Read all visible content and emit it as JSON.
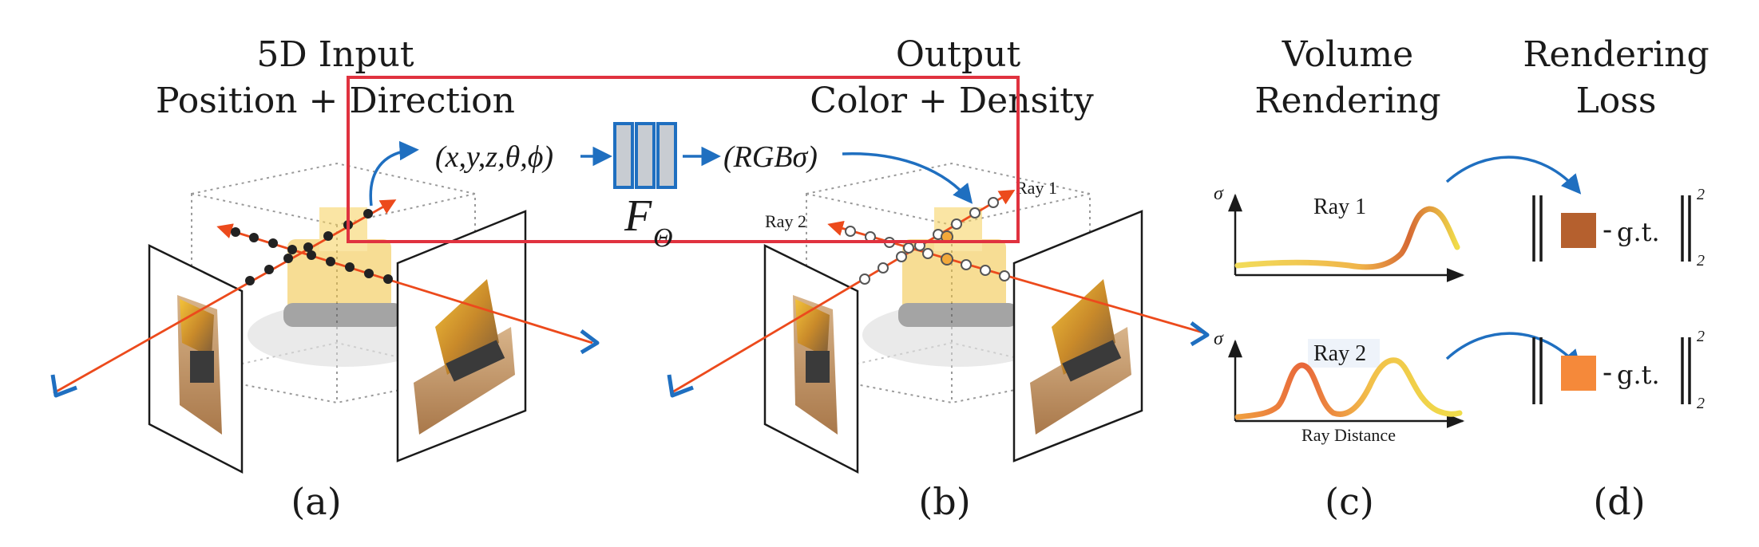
{
  "headings": {
    "a_line1": "5D Input",
    "a_line2": "Position + Direction",
    "b_line1": "Output",
    "b_line2": "Color + Density",
    "c_line1": "Volume",
    "c_line2": "Rendering",
    "d_line1": "Rendering",
    "d_line2": "Loss"
  },
  "network": {
    "input": "(x,y,z,θ,ϕ)",
    "output": "(RGBσ)",
    "function_label": "F",
    "function_subscript": "Θ"
  },
  "rays": {
    "ray1": "Ray 1",
    "ray2": "Ray 2"
  },
  "plots": {
    "y_symbol": "σ",
    "top_label": "Ray 1",
    "bottom_label": "Ray 2",
    "x_label": "Ray Distance"
  },
  "loss": {
    "gt": "g.t.",
    "superscript": "2",
    "subscript": "2",
    "swatch1_color": "#b5602e",
    "swatch2_color": "#f5893a"
  },
  "panels": {
    "a": "(a)",
    "b": "(b)",
    "c": "(c)",
    "d": "(d)"
  },
  "colors": {
    "ray": "#ec4a1c",
    "camera": "#1f6fc0",
    "arrow_blue": "#1f6fc0",
    "highlight_box": "#e0323f",
    "network_fill": "#c8ccd2",
    "network_stroke": "#1f6fc0"
  }
}
